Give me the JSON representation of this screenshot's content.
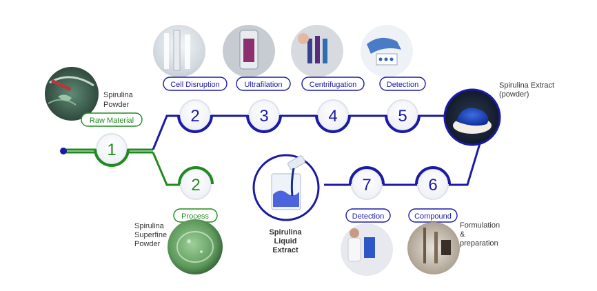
{
  "colors": {
    "blue": "#1a1aa6",
    "green": "#1f8a1f",
    "text": "#333333"
  },
  "steps": {
    "s1": {
      "num": "1",
      "label": "Raw Material",
      "caption": [
        "Spirulina",
        "Powder"
      ]
    },
    "s2a": {
      "num": "2",
      "label": "Cell Disruption"
    },
    "s3": {
      "num": "3",
      "label": "Ultrafilation"
    },
    "s4": {
      "num": "4",
      "label": "Centrifugation"
    },
    "s5": {
      "num": "5",
      "label": "Detection"
    },
    "s2b": {
      "num": "2",
      "label": "Process",
      "caption": [
        "Spirulina",
        "Superfine",
        "Powder"
      ]
    },
    "s7": {
      "num": "7",
      "label": "Detection"
    },
    "s6": {
      "num": "6",
      "label": "Compound",
      "caption": [
        "Formulation",
        "&",
        "preparation"
      ]
    }
  },
  "products": {
    "powder": [
      "Spirulina Extract",
      "(powder)"
    ],
    "liquid": [
      "Spirulina",
      "Liquid",
      "Extract"
    ]
  },
  "icons": {
    "raw": "spirulina-harvest-photo-icon",
    "superfine": "superfine-powder-photo-icon",
    "cell": "lab-glassware-photo-icon",
    "ultra": "ultrafiltration-column-photo-icon",
    "centri": "centrifuge-tubes-photo-icon",
    "detect": "detection-vials-photo-icon",
    "powder": "blue-powder-bowl-icon",
    "liquid": "beaker-pouring-icon",
    "detect2": "lab-technician-photo-icon",
    "compound": "formulation-equipment-photo-icon"
  }
}
